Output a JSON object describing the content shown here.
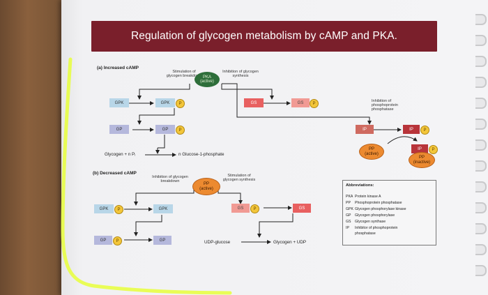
{
  "title": "Regulation of glycogen metabolism by cAMP and PKA.",
  "sections": {
    "a": "(a) Increased cAMP",
    "b": "(b) Decreased cAMP"
  },
  "labels": {
    "stim_breakdown": "Stimulation of glycogen breakdown",
    "inhib_synthesis": "Inhibition of glycogen synthesis",
    "inhib_ppi": "Inhibition of phosphoprotein phosphatase",
    "inhib_breakdown": "Inhibition of glycogen breakdown",
    "stim_synthesis": "Stimulation of glycogen synthesis"
  },
  "nodes": {
    "pka": [
      "PKA",
      "(active)"
    ],
    "gpk": "GPK",
    "gp": "GP",
    "gs": "GS",
    "ip": "IP",
    "pp": "PP",
    "pp_active": "(active)",
    "pp_inactive": "(inactive)",
    "p": "P"
  },
  "text": {
    "glycogen_np": "Glycogen + n Pᵢ",
    "glucose1p": "n Glucose-1-phosphate",
    "udp_glucose": "UDP-glucose",
    "glycogen_udp": "Glycogen + UDP"
  },
  "abbreviations": {
    "heading": "Abbreviations:",
    "items": [
      {
        "k": "PKA",
        "v": "Protein kinase A"
      },
      {
        "k": "PP",
        "v": "Phosphoprotein phosphatase"
      },
      {
        "k": "GPK",
        "v": "Glycogen phosphorylase kinase"
      },
      {
        "k": "GP",
        "v": "Glycogen phosphorylase"
      },
      {
        "k": "GS",
        "v": "Glycogen synthase"
      },
      {
        "k": "IP",
        "v": "Inhibitor of phosphoprotein"
      },
      {
        "k": "",
        "v": "phosphatase"
      }
    ]
  },
  "colors": {
    "banner": "#7a1f2b",
    "highlighter": "#e8ff3a"
  }
}
